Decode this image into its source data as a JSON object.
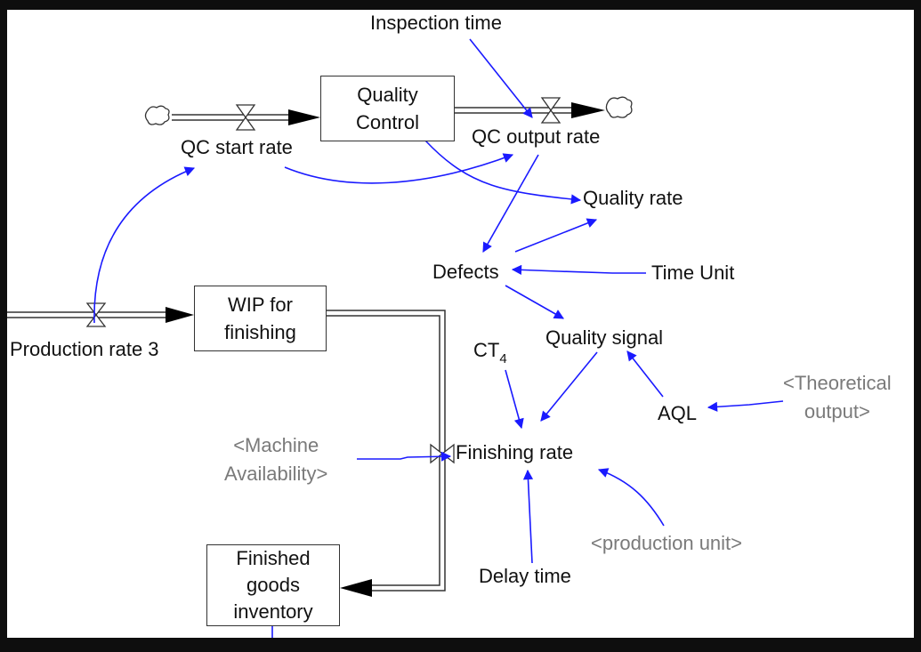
{
  "diagram": {
    "type": "stock-and-flow",
    "stocks": {
      "quality_control": "Quality\nControl",
      "wip_for_finishing": "WIP for\nfinishing",
      "finished_goods_inventory": "Finished\ngoods\ninventory"
    },
    "stock_lines": {
      "quality_control": [
        "Quality",
        "Control"
      ],
      "wip_for_finishing": [
        "WIP for",
        "finishing"
      ],
      "finished_goods_inventory": [
        "Finished",
        "goods",
        "inventory"
      ]
    },
    "flows": {
      "qc_start_rate": "QC start rate",
      "qc_output_rate": "QC output rate",
      "production_rate_3": "Production rate 3",
      "finishing_rate": "Finishing rate"
    },
    "auxiliaries": {
      "inspection_time": "Inspection time",
      "quality_rate": "Quality rate",
      "defects": "Defects",
      "time_unit": "Time Unit",
      "quality_signal": "Quality signal",
      "ct4_base": "CT",
      "ct4_sub": "4",
      "aql": "AQL",
      "delay_time": "Delay time"
    },
    "shadow_variables": {
      "machine_availability": [
        "<Machine",
        "Availability>"
      ],
      "theoretical_output": [
        "<Theoretical",
        "output>"
      ],
      "production_unit": "<production unit>"
    },
    "links": [
      [
        "Production rate 3",
        "QC start rate"
      ],
      [
        "QC start rate",
        "QC output rate"
      ],
      [
        "Inspection time",
        "QC output rate"
      ],
      [
        "Quality Control",
        "Quality rate"
      ],
      [
        "QC output rate",
        "Defects"
      ],
      [
        "Defects",
        "Quality rate"
      ],
      [
        "Time Unit",
        "Defects"
      ],
      [
        "Defects",
        "Quality signal"
      ],
      [
        "AQL",
        "Quality signal"
      ],
      [
        "<Theoretical output>",
        "AQL"
      ],
      [
        "Quality signal",
        "Finishing rate"
      ],
      [
        "CT4",
        "Finishing rate"
      ],
      [
        "<Machine Availability>",
        "Finishing rate"
      ],
      [
        "Delay time",
        "Finishing rate"
      ],
      [
        "<production unit>",
        "Finishing rate"
      ]
    ],
    "colors": {
      "link": "#1a1aff",
      "pipe": "#333333",
      "shadow_text": "#7a7a7a",
      "frame": "#0e0e0e"
    }
  }
}
